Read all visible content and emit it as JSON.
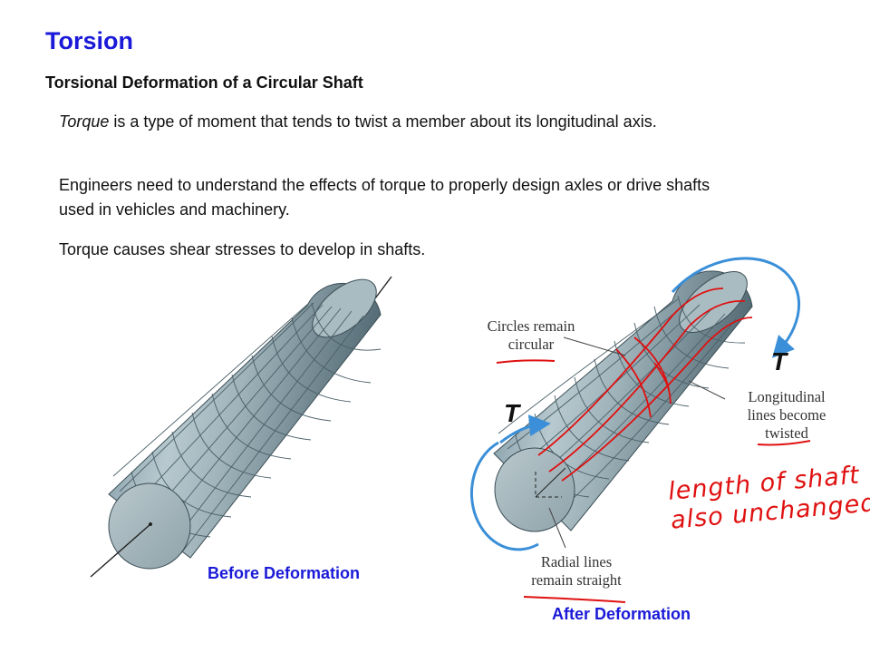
{
  "slide": {
    "title": "Torsion",
    "subtitle": "Torsional Deformation of a Circular Shaft",
    "paragraphs": {
      "p1_em": "Torque",
      "p1_rest": " is a type of moment that tends to twist a member about its longitudinal axis.",
      "p2": "Engineers need to understand the effects of torque to properly design axles or drive shafts used in vehicles and machinery.",
      "p3": "Torque causes shear stresses to develop in shafts."
    }
  },
  "figure_before": {
    "caption": "Before Deformation"
  },
  "figure_after": {
    "caption": "After Deformation",
    "torque_top": "T",
    "torque_left": "T",
    "label_circles": [
      "Circles remain",
      "circular"
    ],
    "label_longitudinal": [
      "Longitudinal",
      "lines become",
      "twisted"
    ],
    "label_radial": [
      "Radial lines",
      "remain straight"
    ],
    "handwritten": [
      "length of shaft",
      "also unchanged"
    ]
  },
  "colors": {
    "title_blue": "#1a1ad8",
    "annotation_red": "#e01010",
    "arrow_blue": "#3a8fd8",
    "shaft_steel": "#8fa4ad"
  }
}
